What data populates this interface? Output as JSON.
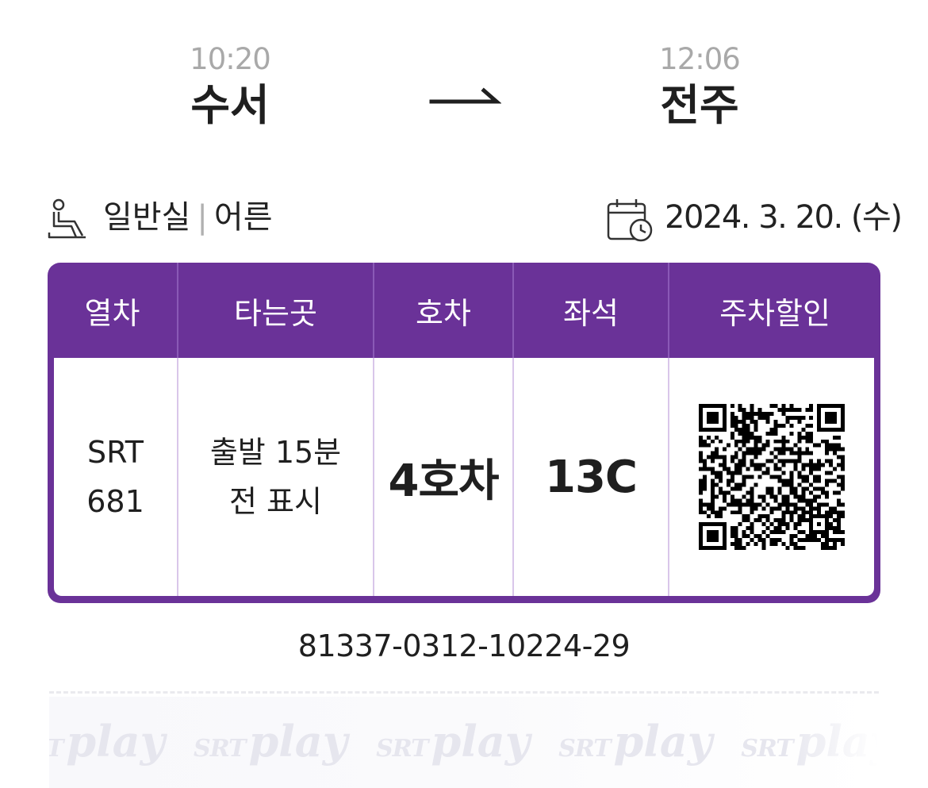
{
  "route": {
    "departure": {
      "time": "10:20",
      "station": "수서"
    },
    "arrival": {
      "time": "12:06",
      "station": "전주"
    }
  },
  "info": {
    "seat_class": "일반실",
    "separator": "|",
    "passenger_type": "어른",
    "date": "2024. 3. 20. (수)"
  },
  "ticket": {
    "headers": [
      "열차",
      "타는곳",
      "호차",
      "좌석",
      "주차할인"
    ],
    "train": {
      "line1": "SRT",
      "line2": "681"
    },
    "platform": {
      "line1": "출발 15분",
      "line2": "전 표시"
    },
    "car": "4호차",
    "seat": "13C"
  },
  "ticket_number": "81337-0312-10224-29",
  "watermark": {
    "brand_small": "SRT",
    "brand_word": "play"
  },
  "colors": {
    "accent": "#6a3298",
    "divider": "#d9c6ea",
    "time_gray": "#a9a9a9"
  }
}
